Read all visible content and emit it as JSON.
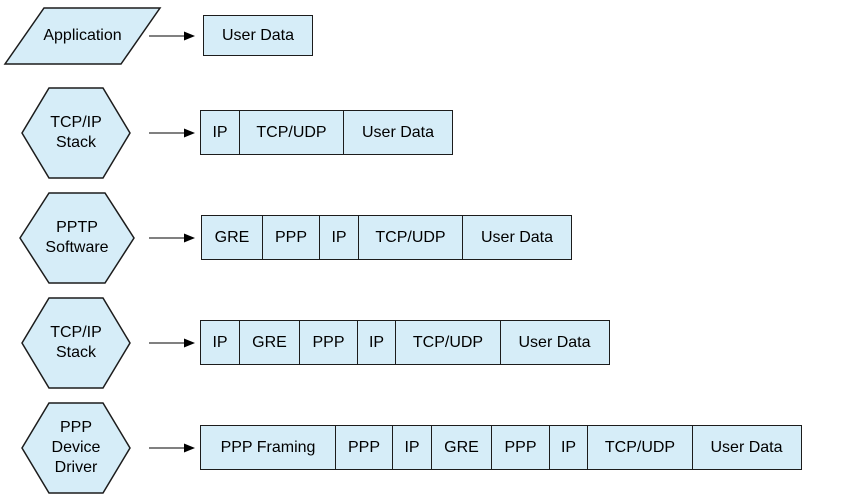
{
  "diagram": {
    "colors": {
      "shape_fill": "#d6edf8",
      "shape_border": "#1c1c1c",
      "arrow": "#000000",
      "text": "#000000",
      "background": "#ffffff"
    },
    "arrow_icon": "right-arrow",
    "rows": [
      {
        "stage": {
          "shape": "parallelogram",
          "lines": [
            "Application"
          ]
        },
        "packet": [
          "User Data"
        ]
      },
      {
        "stage": {
          "shape": "hexagon",
          "lines": [
            "TCP/IP",
            "Stack"
          ]
        },
        "packet": [
          "IP",
          "TCP/UDP",
          "User Data"
        ]
      },
      {
        "stage": {
          "shape": "hexagon",
          "lines": [
            "PPTP",
            "Software"
          ]
        },
        "packet": [
          "GRE",
          "PPP",
          "IP",
          "TCP/UDP",
          "User Data"
        ]
      },
      {
        "stage": {
          "shape": "hexagon",
          "lines": [
            "TCP/IP",
            "Stack"
          ]
        },
        "packet": [
          "IP",
          "GRE",
          "PPP",
          "IP",
          "TCP/UDP",
          "User Data"
        ]
      },
      {
        "stage": {
          "shape": "hexagon",
          "lines": [
            "PPP",
            "Device",
            "Driver"
          ]
        },
        "packet": [
          "PPP Framing",
          "PPP",
          "IP",
          "GRE",
          "PPP",
          "IP",
          "TCP/UDP",
          "User Data"
        ]
      }
    ]
  }
}
